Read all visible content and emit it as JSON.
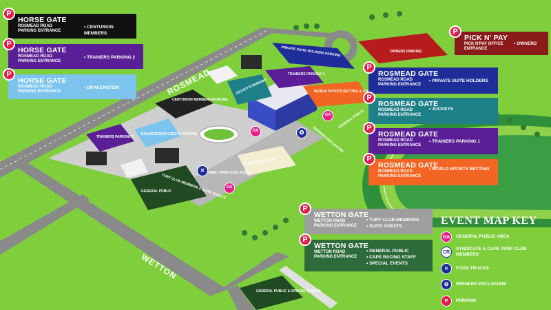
{
  "gates_left": [
    {
      "title": "HORSE GATE",
      "sub1": "ROSMEAD ROAD",
      "sub2": "PARKING ENTRANCE",
      "items": [
        "CENTURION MEMBERS"
      ],
      "color": "#111111"
    },
    {
      "title": "HORSE GATE",
      "sub1": "ROSMEAD ROAD",
      "sub2": "PARKING ENTRANCE",
      "items": [
        "TRAINERS PARKING 2"
      ],
      "color": "#5a1e96"
    },
    {
      "title": "HORSE GATE",
      "sub1": "ROSMEAD ROAD",
      "sub2": "PARKING ENTRANCE",
      "items": [
        "DRAKENSTEIN"
      ],
      "color": "#7cc3ee"
    }
  ],
  "pick_n_pay": {
    "title": "PICK N' PAY",
    "sub1": "PICK N'PAY OFFICE",
    "sub2": "ENTRANCE",
    "items": [
      "OWNERS"
    ],
    "color": "#8b1a1a"
  },
  "rosmead_gates": [
    {
      "title": "ROSMEAD GATE",
      "sub1": "ROSMEAD ROAD",
      "sub2": "PARKING ENTRANCE",
      "items": [
        "PRIVATE SUITE HOLDERS"
      ],
      "color": "#1e2d99"
    },
    {
      "title": "ROSMEAD GATE",
      "sub1": "ROSMEAD ROAD",
      "sub2": "PARKING ENTRANCE",
      "items": [
        "JOCKEYS"
      ],
      "color": "#1f7f88"
    },
    {
      "title": "ROSMEAD GATE",
      "sub1": "ROSMEAD ROAD",
      "sub2": "PARKING ENTRANCE",
      "items": [
        "TRAINERS PARKING 1"
      ],
      "color": "#5a1e96"
    },
    {
      "title": "ROSMEAD GATE",
      "sub1": "ROSMEAD ROAD",
      "sub2": "PARKING ENTRANCE",
      "items": [
        "WORLD SPORTS BETTING"
      ],
      "color": "#f26522"
    }
  ],
  "wetton_gates": [
    {
      "title": "WETTON GATE",
      "sub1": "WETTON ROAD",
      "sub2": "PARKING ENTRANCE",
      "items": [
        "TURF CLUB MEMBERS",
        "SUITE GUESTS"
      ],
      "color": "#9e9e9e"
    },
    {
      "title": "WETTON GATE",
      "sub1": "WETTON ROAD",
      "sub2": "PARKING ENTRANCE",
      "items": [
        "GENERAL PUBLIC",
        "CAPE RACING STAFF",
        "SPECIAL EVENTS"
      ],
      "color": "#2e6b3a"
    }
  ],
  "roads": {
    "rosmead": "ROSMEAD",
    "wetton": "WETTON"
  },
  "map_labels": {
    "owners_parking": "OWNERS PARKING",
    "private_suite": "PRIVATE SUITE HOLDERS PARKING",
    "trainers_1": "TRAINERS PARKING 1",
    "jockeys": "JOCKEY'S PARKING",
    "world_sports": "WORLD SPORTS BETTING & GUESTS",
    "centurion": "CENTURION MEMBERS PARKING",
    "trainers_2": "TRAINERS PARKING 2",
    "drakenstein": "DRAKENSTEIN GUESTS PARKING",
    "turf_club": "TURF CLUB MEMBERS & SUITE GUESTS",
    "general_public": "GENERAL PUBLIC",
    "general_special": "GENERAL PUBLIC & SPECIAL EVENTS",
    "parade_ring": "THE PARADE RING",
    "family_area": "FAMILY AREA KIDS ZONE",
    "winners": "WINNERS ENCLOSURE",
    "ga_general": "GENERAL PUBLIC",
    "ga": "GA"
  },
  "key": {
    "title": "EVENT MAP KEY",
    "items": [
      {
        "label": "GENERAL PUBLIC AREA",
        "icon": "ga-icon",
        "glyph": "GA",
        "color": "#e91e8c"
      },
      {
        "label": "SYNDICATE & CAPE TURF CLUB MEMBERS",
        "icon": "syndicate-icon",
        "glyph": "CR",
        "color": "#ffffff"
      },
      {
        "label": "FOOD TRUCKS",
        "icon": "food-trucks-icon",
        "glyph": "✕",
        "color": "#1e2d99"
      },
      {
        "label": "WINNERS ENCLOSURE",
        "icon": "winners-icon",
        "glyph": "✪",
        "color": "#1e2d99"
      },
      {
        "label": "PARKING",
        "icon": "parking-icon",
        "glyph": "P",
        "color": "#e21c4b"
      }
    ]
  },
  "parking_glyph": "P"
}
